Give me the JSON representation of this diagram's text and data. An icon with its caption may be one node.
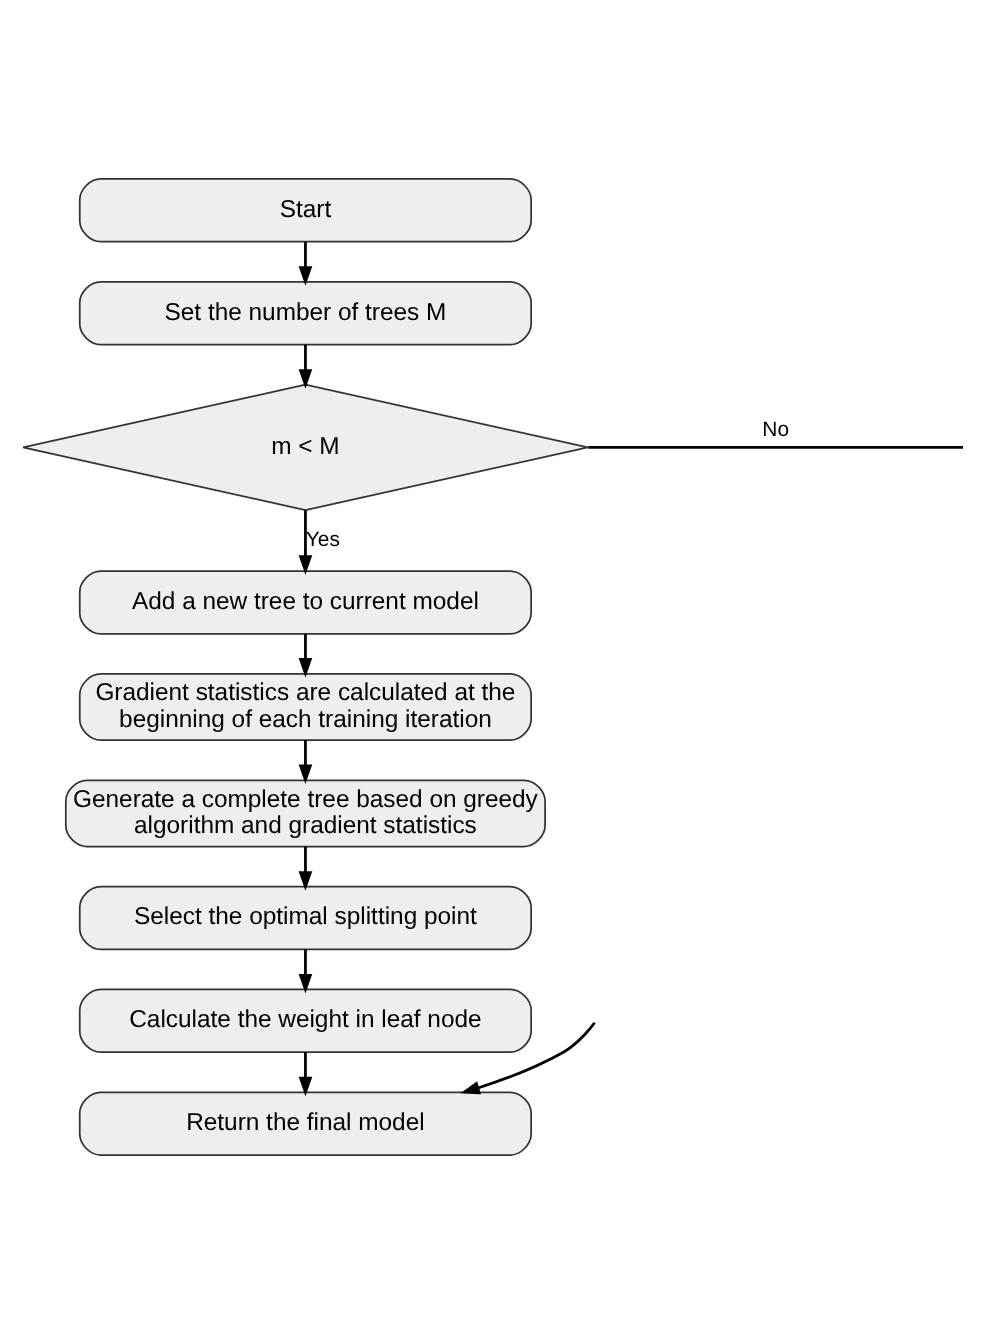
{
  "diagram": {
    "nodes": [
      {
        "text": [
          "Start"
        ]
      },
      {
        "text": [
          "Set the number of trees M"
        ]
      },
      {
        "text": [
          "m < M"
        ]
      },
      {
        "text": [
          "Add a new tree to current model"
        ]
      },
      {
        "text": [
          "Gradient statistics are calculated at the beginning of each training iteration"
        ]
      },
      {
        "text": [
          "Generate a complete tree based on greedy algorithm and gradient statistics"
        ]
      },
      {
        "text": [
          "Select the optimal splitting point"
        ]
      },
      {
        "text": [
          "Calculate the weight in leaf node"
        ]
      },
      {
        "text": [
          "Return the final model"
        ]
      }
    ],
    "edges": [
      {
        "from": 0,
        "to": 1,
        "arrow": "to"
      },
      {
        "from": 1,
        "to": 2,
        "arrow": "to"
      },
      {
        "from": 2,
        "to": null,
        "arrow": "none",
        "label": "No"
      },
      {
        "from": 2,
        "to": 3,
        "arrow": "to",
        "label": "Yes"
      },
      {
        "from": 3,
        "to": 4,
        "arrow": "to"
      },
      {
        "from": 4,
        "to": 5,
        "arrow": "to"
      },
      {
        "from": 5,
        "to": 6,
        "arrow": "to"
      },
      {
        "from": 6,
        "to": 7,
        "arrow": "to"
      },
      {
        "from": 7,
        "to": 8,
        "arrow": "to"
      },
      {
        "from": null,
        "to": 8,
        "arrow": "to"
      }
    ]
  }
}
